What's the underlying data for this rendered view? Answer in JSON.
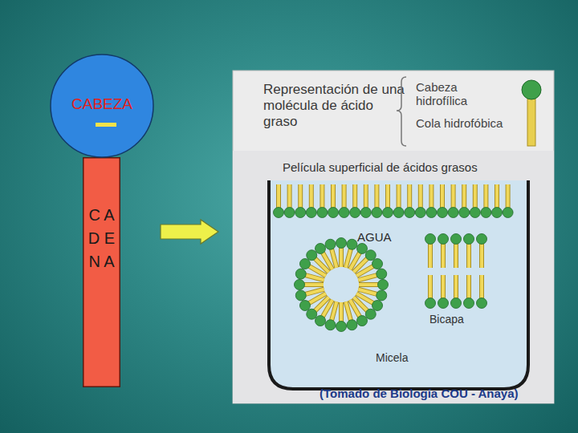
{
  "diagram": {
    "nodes": [
      {
        "text": [
          "CABEZA"
        ]
      },
      {
        "text": [
          "C A D E N A"
        ]
      },
      {
        "text": [
          "Representación de una molécula de ácido graso"
        ]
      },
      {
        "text": [
          "AGUA"
        ],
        "in": 2
      }
    ],
    "edges": [
      {
        "from": 1,
        "to": 2,
        "arrow": "to"
      }
    ],
    "labels": [
      "Cabeza hidrofílica",
      "Cola hidrofóbica",
      "Película superficial de ácidos grasos",
      "Bicapa",
      "Micela",
      "(Tomado de Biología COU - Anaya)"
    ]
  }
}
